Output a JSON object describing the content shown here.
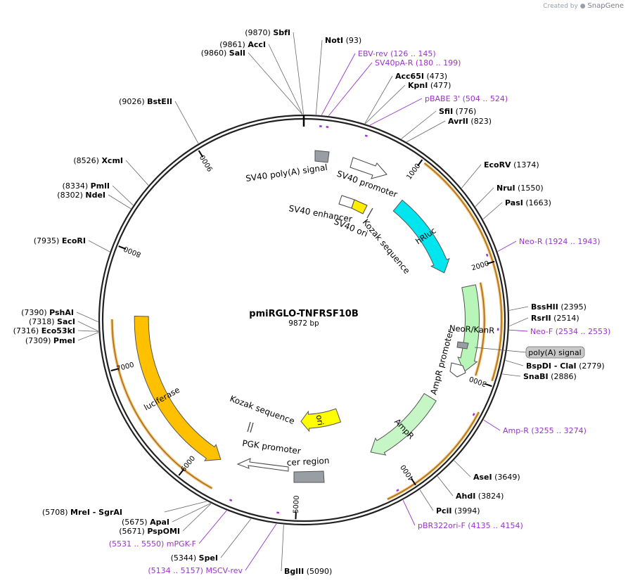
{
  "branding": {
    "created_by": "Created by",
    "logo_text": "SnapGene"
  },
  "plasmid": {
    "name": "pmiRGLO-TNFRSF10B",
    "size_label": "9872 bp",
    "length": 9872
  },
  "colors": {
    "enzyme": "#000000",
    "primer": "#9933cc",
    "backbone": "#222222",
    "leader": "#555555"
  },
  "ticks": [
    {
      "pos": 1000,
      "label": "1000"
    },
    {
      "pos": 2000,
      "label": "2000"
    },
    {
      "pos": 3000,
      "label": "3000"
    },
    {
      "pos": 4000,
      "label": "4000"
    },
    {
      "pos": 5000,
      "label": "5000"
    },
    {
      "pos": 6000,
      "label": "6000"
    },
    {
      "pos": 7000,
      "label": "7000"
    },
    {
      "pos": 8000,
      "label": "8000"
    },
    {
      "pos": 9000,
      "label": "9000"
    }
  ],
  "features": [
    {
      "name": "hRluc",
      "start": 1080,
      "end": 1960,
      "ring": 0.73,
      "color": "#00e5ee",
      "type": "cds",
      "label_inside": true
    },
    {
      "name": "NeoR/KanR",
      "start": 2150,
      "end": 2960,
      "ring": 0.83,
      "color": "#b8f5b8",
      "type": "cds",
      "label_inside": true
    },
    {
      "name": "AmpR",
      "start": 3330,
      "end": 4200,
      "ring": 0.73,
      "color": "#c6f6c6",
      "type": "cds",
      "label_inside": true
    },
    {
      "name": "ori",
      "start": 4390,
      "end": 4980,
      "ring": 0.5,
      "color": "#ffff00",
      "type": "cds",
      "label_inside": true
    },
    {
      "name": "luciferase",
      "start": 5780,
      "end": 7440,
      "ring": 0.8,
      "color": "#ffc000",
      "type": "cds",
      "label_inside": true,
      "reverse": true
    }
  ],
  "orfs": [
    {
      "start": 1030,
      "end": 2960,
      "r": 0.975
    },
    {
      "start": 2140,
      "end": 2960,
      "r": 0.89
    },
    {
      "start": 3230,
      "end": 4250,
      "r": 0.975
    },
    {
      "start": 5720,
      "end": 7410,
      "r": 0.945
    }
  ],
  "misc_features": [
    {
      "name": "SV40 poly(A) signal",
      "label": "SV40 poly(A) signal"
    },
    {
      "name": "SV40 promoter",
      "label": "SV40 promoter"
    },
    {
      "name": "SV40 enhancer",
      "label": "SV40 enhancer"
    },
    {
      "name": "SV40 ori",
      "label": "SV40 ori"
    },
    {
      "name": "Kozak sequence",
      "label": "Kozak sequence"
    },
    {
      "name": "AmpR promoter",
      "label": "AmpR promoter"
    },
    {
      "name": "PGK promoter",
      "label": "PGK promoter"
    },
    {
      "name": "cer region",
      "label": "cer region"
    },
    {
      "name": "Kozak sequence 2",
      "label": "Kozak sequence"
    },
    {
      "name": "poly(A) signal",
      "label": "poly(A) signal"
    }
  ],
  "enzymes": [
    {
      "name": "SbfI",
      "pos_label": "(9870)",
      "bp": 9870
    },
    {
      "name": "AccI",
      "pos_label": "(9861)",
      "bp": 9861
    },
    {
      "name": "SalI",
      "pos_label": "(9860)",
      "bp": 9860
    },
    {
      "name": "NotI",
      "pos_label": "(93)",
      "bp": 93
    },
    {
      "name": "Acc65I",
      "pos_label": "(473)",
      "bp": 473
    },
    {
      "name": "KpnI",
      "pos_label": "(477)",
      "bp": 477
    },
    {
      "name": "SfiI",
      "pos_label": "(776)",
      "bp": 776
    },
    {
      "name": "AvrII",
      "pos_label": "(823)",
      "bp": 823
    },
    {
      "name": "EcoRV",
      "pos_label": "(1374)",
      "bp": 1374
    },
    {
      "name": "NruI",
      "pos_label": "(1550)",
      "bp": 1550
    },
    {
      "name": "PasI",
      "pos_label": "(1663)",
      "bp": 1663
    },
    {
      "name": "BssHII",
      "pos_label": "(2395)",
      "bp": 2395
    },
    {
      "name": "RsrII",
      "pos_label": "(2514)",
      "bp": 2514
    },
    {
      "name": "BspDI",
      "pos_label": "(2779)",
      "bp": 2779,
      "extra": "- ClaI"
    },
    {
      "name": "SnaBI",
      "pos_label": "(2886)",
      "bp": 2886
    },
    {
      "name": "AseI",
      "pos_label": "(3649)",
      "bp": 3649
    },
    {
      "name": "AhdI",
      "pos_label": "(3824)",
      "bp": 3824
    },
    {
      "name": "PciI",
      "pos_label": "(3994)",
      "bp": 3994
    },
    {
      "name": "BglII",
      "pos_label": "(5090)",
      "bp": 5090
    },
    {
      "name": "SpeI",
      "pos_label": "(5344)",
      "bp": 5344
    },
    {
      "name": "PspOMI",
      "pos_label": "(5671)",
      "bp": 5671
    },
    {
      "name": "ApaI",
      "pos_label": "(5675)",
      "bp": 5675
    },
    {
      "name": "MreI",
      "pos_label": "(5708)",
      "bp": 5708,
      "extra": "- SgrAI"
    },
    {
      "name": "PmeI",
      "pos_label": "(7309)",
      "bp": 7309
    },
    {
      "name": "Eco53kI",
      "pos_label": "(7316)",
      "bp": 7316
    },
    {
      "name": "SacI",
      "pos_label": "(7318)",
      "bp": 7318
    },
    {
      "name": "PshAI",
      "pos_label": "(7390)",
      "bp": 7390
    },
    {
      "name": "EcoRI",
      "pos_label": "(7935)",
      "bp": 7935
    },
    {
      "name": "NdeI",
      "pos_label": "(8302)",
      "bp": 8302
    },
    {
      "name": "PmlI",
      "pos_label": "(8334)",
      "bp": 8334
    },
    {
      "name": "XcmI",
      "pos_label": "(8526)",
      "bp": 8526
    },
    {
      "name": "BstEII",
      "pos_label": "(9026)",
      "bp": 9026
    }
  ],
  "primers": [
    {
      "name": "EBV-rev",
      "range": "(126 .. 145)",
      "bp": 136
    },
    {
      "name": "SV40pA-R",
      "range": "(180 .. 199)",
      "bp": 190
    },
    {
      "name": "pBABE 3'",
      "range": "(504 .. 524)",
      "bp": 514
    },
    {
      "name": "Neo-R",
      "range": "(1924 .. 1943)",
      "bp": 1934
    },
    {
      "name": "Neo-F",
      "range": "(2534 .. 2553)",
      "bp": 2544
    },
    {
      "name": "Amp-R",
      "range": "(3255 .. 3274)",
      "bp": 3265
    },
    {
      "name": "pBR322ori-F",
      "range": "(4135 .. 4154)",
      "bp": 4145
    },
    {
      "name": "mPGK-F",
      "range": "(5531 .. 5550)",
      "bp": 5541
    },
    {
      "name": "MSCV-rev",
      "range": "(5134 .. 5157)",
      "bp": 5146
    }
  ]
}
